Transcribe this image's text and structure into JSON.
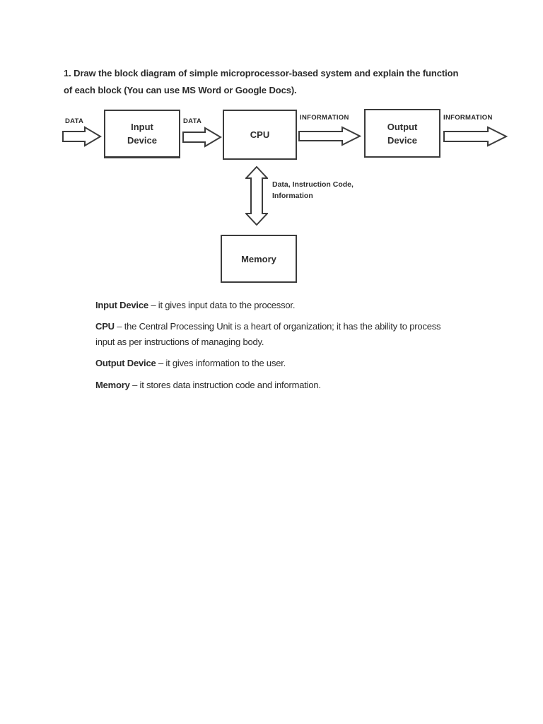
{
  "page": {
    "background": "#ffffff",
    "ink_color": "#2e2e2e",
    "line_color": "#3c3c3c"
  },
  "title": {
    "line1": "1. Draw the block diagram of simple microprocessor-based system and explain the function",
    "line2": "of each block (You can use MS Word or Google Docs)."
  },
  "diagram": {
    "boxes": {
      "input_line1": "Input",
      "input_line2": "Device",
      "cpu": "CPU",
      "output_line1": "Output",
      "output_line2": "Device",
      "memory": "Memory"
    },
    "arrow_captions": {
      "data_in": "DATA",
      "data_mid": "DATA",
      "info_mid": "INFORMATION",
      "info_out": "INFORMATION"
    },
    "bus_label": {
      "line1": "Data, Instruction Code,",
      "line2": "Information"
    }
  },
  "explanations": [
    {
      "term": "Input Device",
      "line1": " – it gives input data to the processor.",
      "line2": ""
    },
    {
      "term": "CPU",
      "line1": " – the Central Processing Unit is a heart of organization; it has the ability to process",
      "line2": "input as per instructions of managing body."
    },
    {
      "term": "Output Device",
      "line1": " – it gives information to the user.",
      "line2": ""
    },
    {
      "term": "Memory",
      "line1": " – it stores data instruction code and information.",
      "line2": ""
    }
  ]
}
